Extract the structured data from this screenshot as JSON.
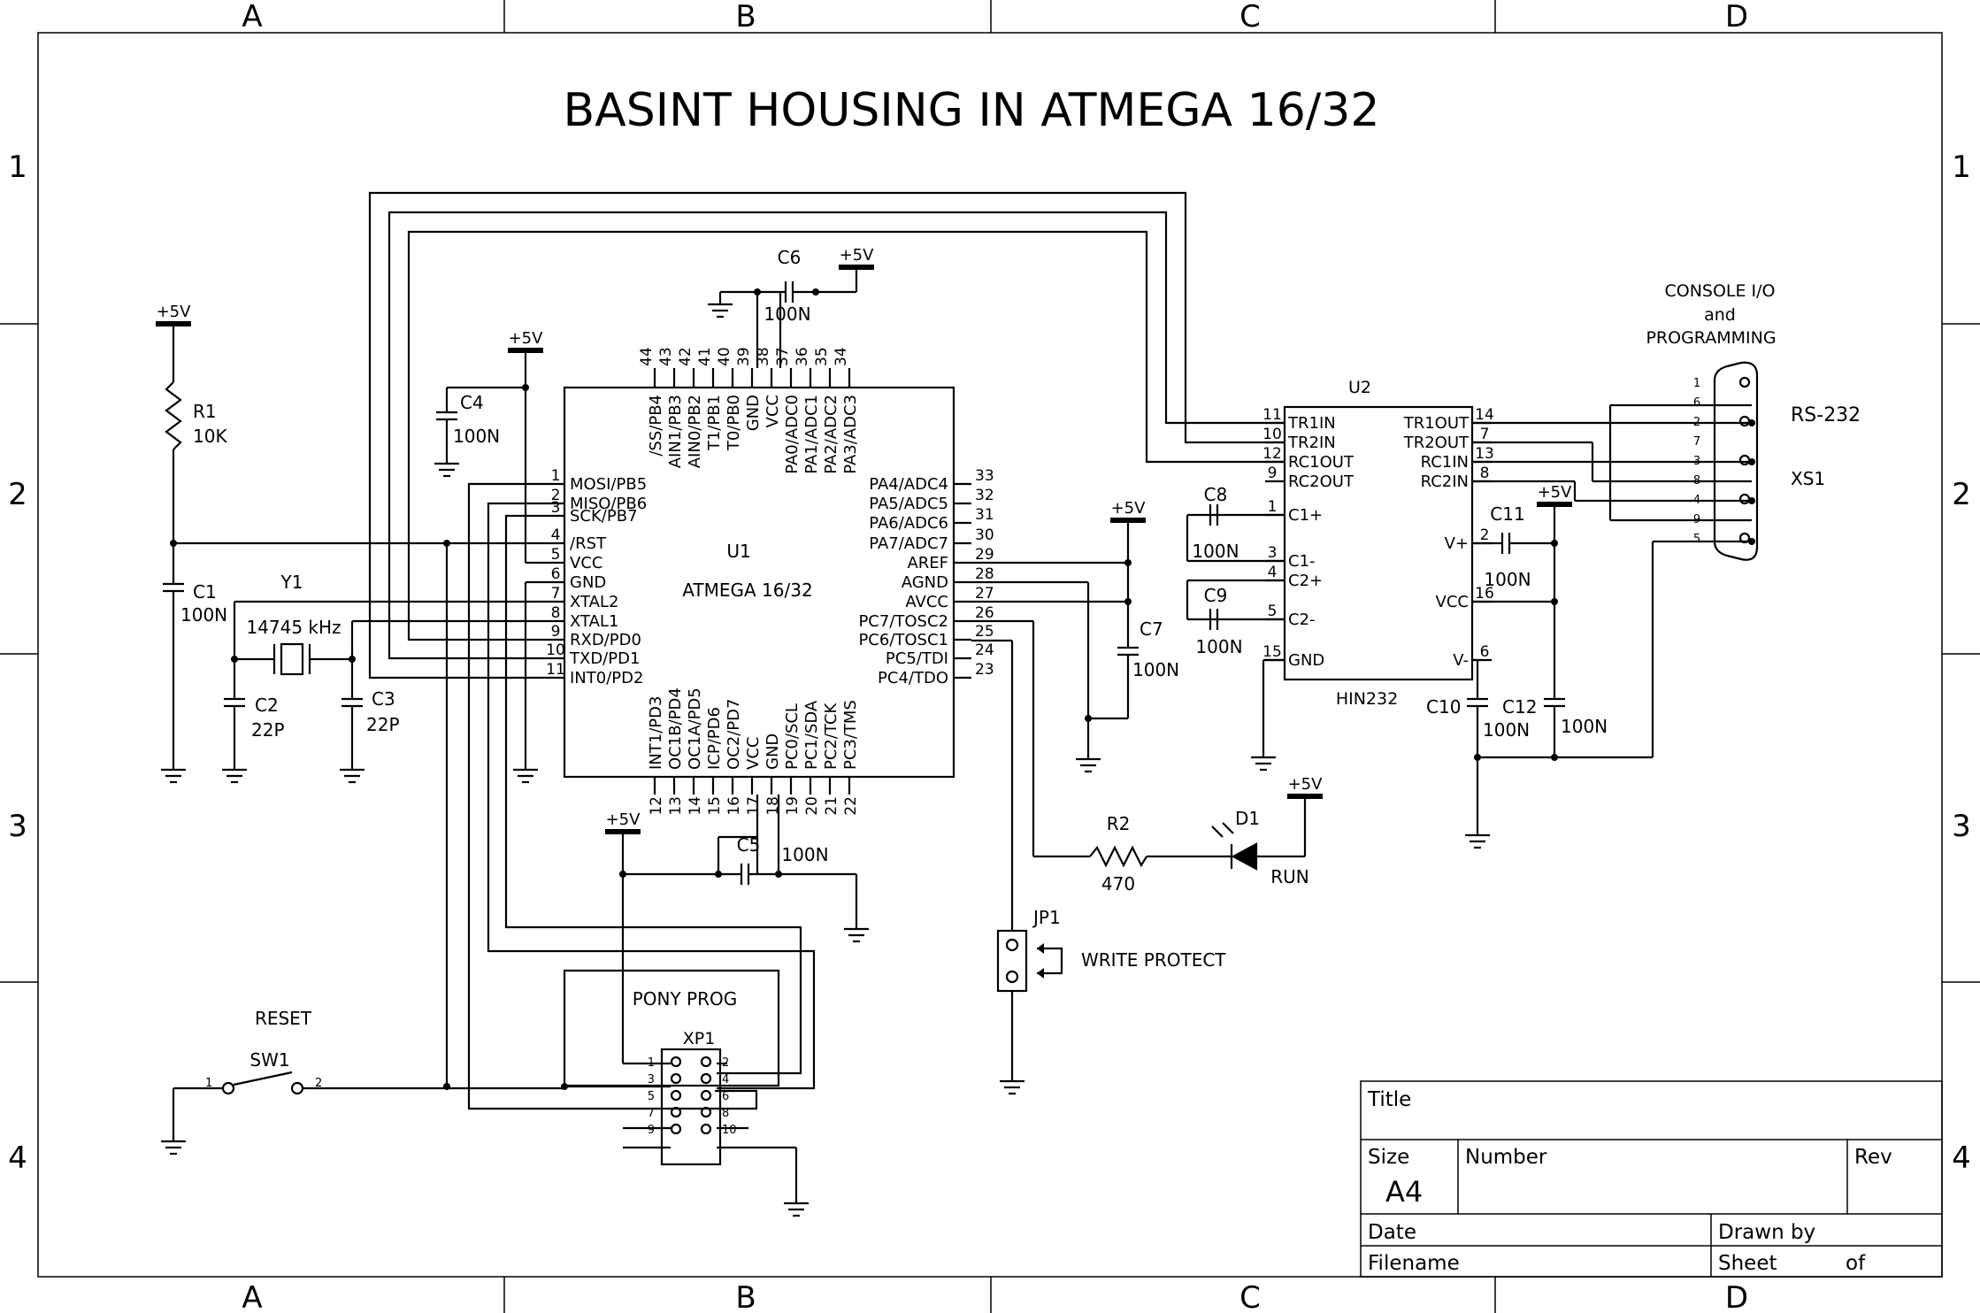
{
  "title": "BASINT HOUSING IN ATMEGA 16/32",
  "frame": {
    "cols": [
      "A",
      "B",
      "C",
      "D"
    ],
    "rows": [
      "1",
      "2",
      "3",
      "4"
    ]
  },
  "power_label": "+5V",
  "u1": {
    "ref": "U1",
    "name": "ATMEGA 16/32",
    "left_pins": [
      {
        "num": "1",
        "name": "MOSI/PB5"
      },
      {
        "num": "2",
        "name": "MISO/PB6"
      },
      {
        "num": "3",
        "name": "SCK/PB7"
      },
      {
        "num": "4",
        "name": "/RST"
      },
      {
        "num": "5",
        "name": "VCC"
      },
      {
        "num": "6",
        "name": "GND"
      },
      {
        "num": "7",
        "name": "XTAL2"
      },
      {
        "num": "8",
        "name": "XTAL1"
      },
      {
        "num": "9",
        "name": "RXD/PD0"
      },
      {
        "num": "10",
        "name": "TXD/PD1"
      },
      {
        "num": "11",
        "name": "INT0/PD2"
      }
    ],
    "right_pins": [
      {
        "num": "33",
        "name": "PA4/ADC4"
      },
      {
        "num": "32",
        "name": "PA5/ADC5"
      },
      {
        "num": "31",
        "name": "PA6/ADC6"
      },
      {
        "num": "30",
        "name": "PA7/ADC7"
      },
      {
        "num": "29",
        "name": "AREF"
      },
      {
        "num": "28",
        "name": "AGND"
      },
      {
        "num": "27",
        "name": "AVCC"
      },
      {
        "num": "26",
        "name": "PC7/TOSC2"
      },
      {
        "num": "25",
        "name": "PC6/TOSC1"
      },
      {
        "num": "24",
        "name": "PC5/TDI"
      },
      {
        "num": "23",
        "name": "PC4/TDO"
      }
    ],
    "top_pins": [
      {
        "num": "44",
        "name": "/SS/PB4"
      },
      {
        "num": "43",
        "name": "AIN1/PB3"
      },
      {
        "num": "42",
        "name": "AIN0/PB2"
      },
      {
        "num": "41",
        "name": "T1/PB1"
      },
      {
        "num": "40",
        "name": "T0/PB0"
      },
      {
        "num": "39",
        "name": "GND"
      },
      {
        "num": "38",
        "name": "VCC"
      },
      {
        "num": "37",
        "name": "PA0/ADC0"
      },
      {
        "num": "36",
        "name": "PA1/ADC1"
      },
      {
        "num": "35",
        "name": "PA2/ADC2"
      },
      {
        "num": "34",
        "name": "PA3/ADC3"
      }
    ],
    "bottom_pins": [
      {
        "num": "12",
        "name": "INT1/PD3"
      },
      {
        "num": "13",
        "name": "OC1B/PD4"
      },
      {
        "num": "14",
        "name": "OC1A/PD5"
      },
      {
        "num": "15",
        "name": "ICP/PD6"
      },
      {
        "num": "16",
        "name": "OC2/PD7"
      },
      {
        "num": "17",
        "name": "VCC"
      },
      {
        "num": "18",
        "name": "GND"
      },
      {
        "num": "19",
        "name": "PC0/SCL"
      },
      {
        "num": "20",
        "name": "PC1/SDA"
      },
      {
        "num": "21",
        "name": "PC2/TCK"
      },
      {
        "num": "22",
        "name": "PC3/TMS"
      }
    ]
  },
  "u2": {
    "ref": "U2",
    "name": "HIN232",
    "left_pins": [
      {
        "num": "11",
        "name": "TR1IN"
      },
      {
        "num": "10",
        "name": "TR2IN"
      },
      {
        "num": "12",
        "name": "RC1OUT"
      },
      {
        "num": "9",
        "name": "RC2OUT"
      },
      {
        "num": "1",
        "name": "C1+"
      },
      {
        "num": "3",
        "name": "C1-"
      },
      {
        "num": "4",
        "name": "C2+"
      },
      {
        "num": "5",
        "name": "C2-"
      },
      {
        "num": "15",
        "name": "GND"
      }
    ],
    "right_pins": [
      {
        "num": "14",
        "name": "TR1OUT"
      },
      {
        "num": "7",
        "name": "TR2OUT"
      },
      {
        "num": "13",
        "name": "RC1IN"
      },
      {
        "num": "8",
        "name": "RC2IN"
      },
      {
        "num": "2",
        "name": "V+"
      },
      {
        "num": "16",
        "name": "VCC"
      },
      {
        "num": "6",
        "name": "V-"
      }
    ]
  },
  "components": {
    "r1": {
      "ref": "R1",
      "value": "10K"
    },
    "r2": {
      "ref": "R2",
      "value": "470"
    },
    "c1": {
      "ref": "C1",
      "value": "100N"
    },
    "c2": {
      "ref": "C2",
      "value": "22P"
    },
    "c3": {
      "ref": "C3",
      "value": "22P"
    },
    "c4": {
      "ref": "C4",
      "value": "100N"
    },
    "c5": {
      "ref": "C5",
      "value": "100N"
    },
    "c6": {
      "ref": "C6",
      "value": "100N"
    },
    "c7": {
      "ref": "C7",
      "value": "100N"
    },
    "c8": {
      "ref": "C8",
      "value": "100N"
    },
    "c9": {
      "ref": "C9",
      "value": "100N"
    },
    "c10": {
      "ref": "C10",
      "value": "100N"
    },
    "c11": {
      "ref": "C11",
      "value": "100N"
    },
    "c12": {
      "ref": "C12",
      "value": "100N"
    },
    "y1": {
      "ref": "Y1",
      "value": "14745 kHz"
    },
    "d1": {
      "ref": "D1",
      "value": "RUN"
    },
    "jp1": {
      "ref": "JP1",
      "value": "WRITE PROTECT"
    },
    "sw1": {
      "ref": "SW1",
      "value": "RESET",
      "pin1": "1",
      "pin2": "2"
    },
    "xp1": {
      "ref": "XP1",
      "value": "PONY PROG",
      "pins_left": [
        "1",
        "3",
        "5",
        "7",
        "9"
      ],
      "pins_right": [
        "2",
        "4",
        "6",
        "8",
        "10"
      ]
    },
    "xs1": {
      "ref": "XS1",
      "value": "RS-232",
      "pins": [
        "1",
        "6",
        "2",
        "7",
        "3",
        "8",
        "4",
        "9",
        "5"
      ]
    }
  },
  "console_label": {
    "line1": "CONSOLE I/O",
    "line2": "and",
    "line3": "PROGRAMMING"
  },
  "title_block": {
    "title_label": "Title",
    "size_label": "Size",
    "size_value": "A4",
    "number_label": "Number",
    "rev_label": "Rev",
    "date_label": "Date",
    "drawn_label": "Drawn by",
    "filename_label": "Filename",
    "sheet_label": "Sheet",
    "of_label": "of"
  }
}
